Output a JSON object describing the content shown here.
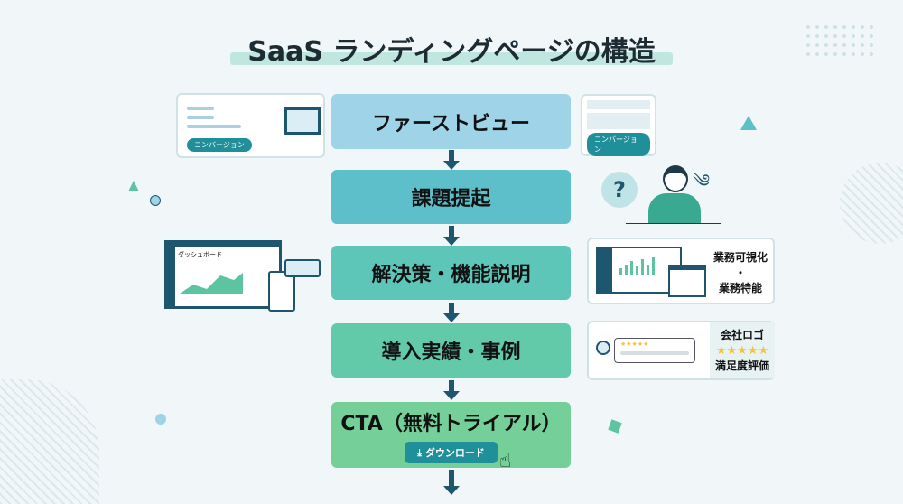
{
  "title": "SaaS ランディングページの構造",
  "steps": [
    {
      "label": "ファーストビュー",
      "color": "#9fd3e8"
    },
    {
      "label": "課題提起",
      "color": "#5cbfca"
    },
    {
      "label": "解決策・機能説明",
      "color": "#5ec5b9"
    },
    {
      "label": "導入実績・事例",
      "color": "#62caa9"
    },
    {
      "label": "CTA（無料トライアル）",
      "color": "#74d098"
    }
  ],
  "cta_button": {
    "label": "ダウンロード",
    "icon": "download-icon"
  },
  "left_card": {
    "button": "コンバージョン"
  },
  "right_card": {
    "button": "コンバージョン"
  },
  "dashboard": {
    "title": "ダッシュボード"
  },
  "problem": {
    "mark": "?"
  },
  "features": {
    "line1": "業務可視化",
    "dot": "・",
    "line2": "業務特能"
  },
  "cases": {
    "line1": "会社ロゴ",
    "stars": "★★★★★",
    "line2": "満足度評価",
    "review_stars": "★★★★★"
  }
}
